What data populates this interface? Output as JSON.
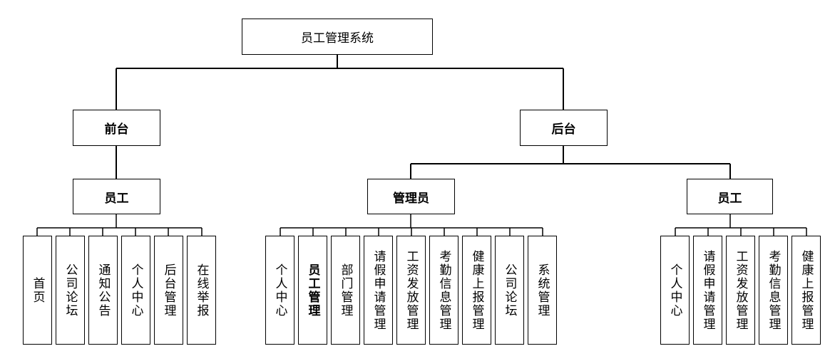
{
  "root": "员工管理系统",
  "frontend": {
    "label": "前台",
    "role": "员工",
    "leaves": [
      "首页",
      "公司论坛",
      "通知公告",
      "个人中心",
      "后台管理",
      "在线举报"
    ]
  },
  "backend": {
    "label": "后台",
    "admin": {
      "label": "管理员",
      "leaves": [
        "个人中心",
        "员工管理",
        "部门管理",
        "请假申请管理",
        "工资发放管理",
        "考勤信息管理",
        "健康上报管理",
        "公司论坛",
        "系统管理"
      ]
    },
    "employee": {
      "label": "员工",
      "leaves": [
        "个人中心",
        "请假申请管理",
        "工资发放管理",
        "考勤信息管理",
        "健康上报管理"
      ]
    }
  }
}
